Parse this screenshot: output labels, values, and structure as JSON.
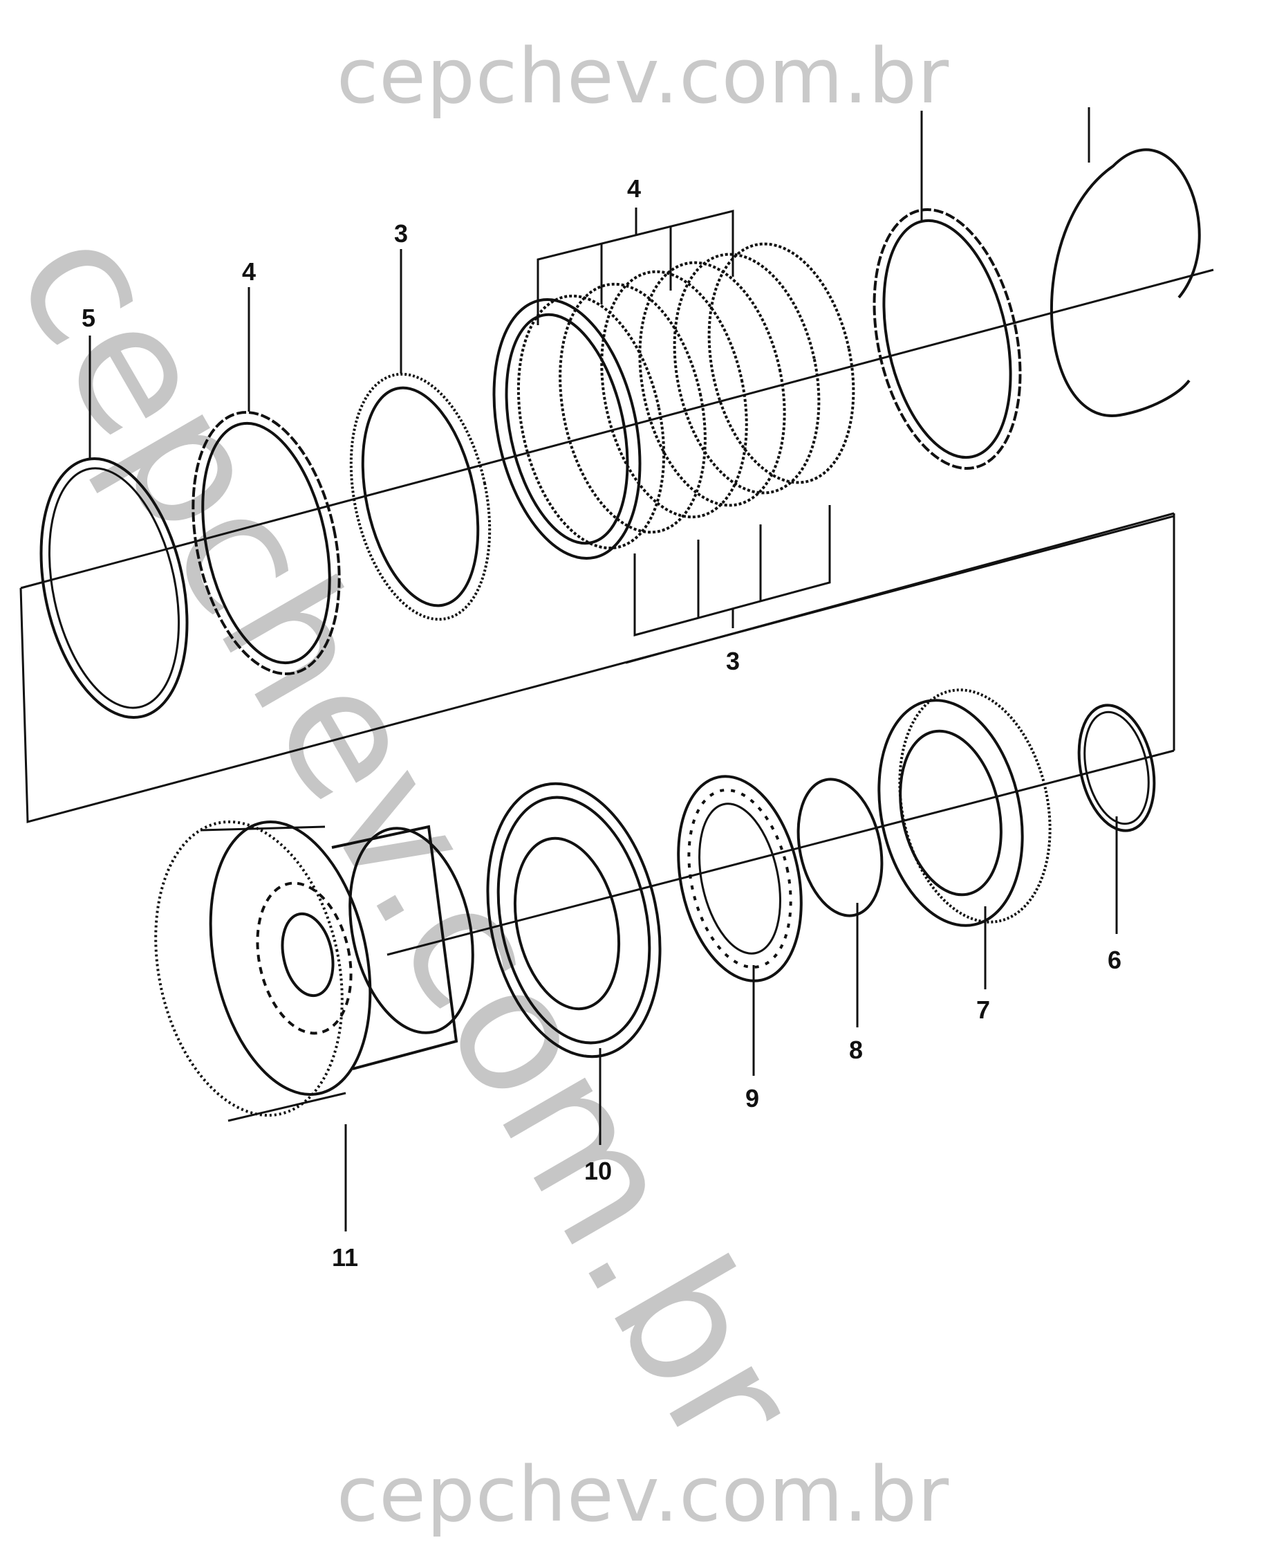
{
  "watermark": {
    "top": "cepchev.com.br",
    "diagonal": "cepchev.com.br",
    "bottom": "cepchev.com.br"
  },
  "callouts": {
    "c5": "5",
    "c4_left": "4",
    "c3_top": "3",
    "c4_group": "4",
    "c3_group": "3",
    "c6": "6",
    "c7": "7",
    "c8": "8",
    "c9": "9",
    "c10": "10",
    "c11": "11"
  }
}
